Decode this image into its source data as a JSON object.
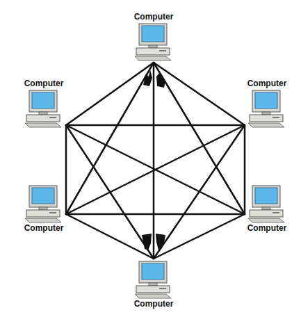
{
  "diagram": {
    "nodes": [
      {
        "text": [
          "Computer"
        ]
      },
      {
        "text": [
          "Computer"
        ]
      },
      {
        "text": [
          "Computer"
        ]
      },
      {
        "text": [
          "Computer"
        ]
      },
      {
        "text": [
          "Computer"
        ]
      },
      {
        "text": [
          "Computer"
        ]
      }
    ],
    "edges": [
      {
        "from": 0,
        "to": 1,
        "arrow": "none"
      },
      {
        "from": 0,
        "to": 2,
        "arrow": "none"
      },
      {
        "from": 0,
        "to": 3,
        "arrow": "none"
      },
      {
        "from": 0,
        "to": 4,
        "arrow": "none"
      },
      {
        "from": 0,
        "to": 5,
        "arrow": "none"
      },
      {
        "from": 1,
        "to": 2,
        "arrow": "none"
      },
      {
        "from": 1,
        "to": 3,
        "arrow": "none"
      },
      {
        "from": 1,
        "to": 4,
        "arrow": "none"
      },
      {
        "from": 1,
        "to": 5,
        "arrow": "none"
      },
      {
        "from": 2,
        "to": 3,
        "arrow": "none"
      },
      {
        "from": 2,
        "to": 4,
        "arrow": "none"
      },
      {
        "from": 2,
        "to": 5,
        "arrow": "none"
      },
      {
        "from": 3,
        "to": 4,
        "arrow": "none"
      },
      {
        "from": 3,
        "to": 5,
        "arrow": "none"
      },
      {
        "from": 4,
        "to": 5,
        "arrow": "none"
      }
    ]
  }
}
